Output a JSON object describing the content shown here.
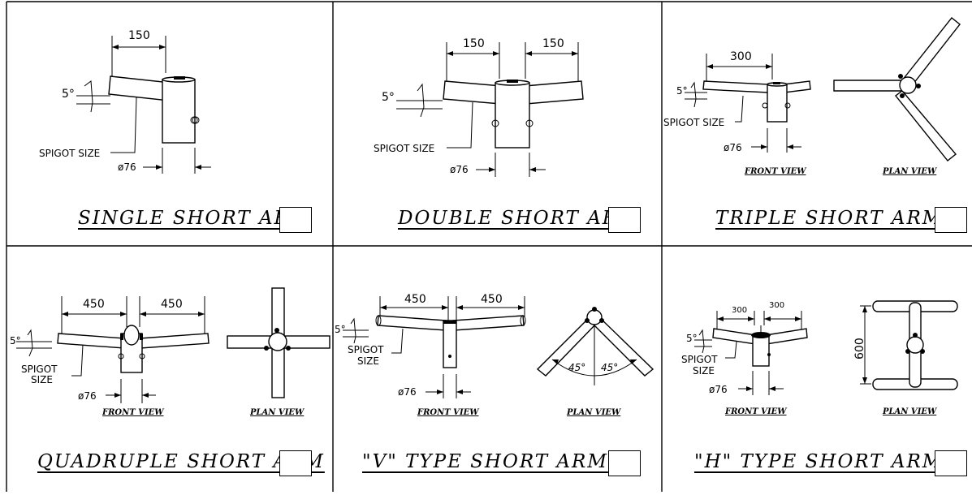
{
  "panels": [
    {
      "caption": "SINGLE SHORT ARM",
      "dims": [
        "150"
      ],
      "angle": "5°",
      "spigot": "SPIGOT SIZE",
      "dia": "ø76"
    },
    {
      "caption": "DOUBLE SHORT ARM",
      "dims": [
        "150",
        "150"
      ],
      "angle": "5°",
      "spigot": "SPIGOT SIZE",
      "dia": "ø76"
    },
    {
      "caption": "TRIPLE SHORT ARM",
      "dims": [
        "300"
      ],
      "angle": "5°",
      "spigot": "SPIGOT SIZE",
      "dia": "ø76",
      "front": "FRONT VIEW",
      "plan": "PLAN VIEW"
    },
    {
      "caption": "QUADRUPLE SHORT ARM",
      "dims": [
        "450",
        "450"
      ],
      "angle": "5°",
      "spigot1": "SPIGOT",
      "spigot2": "SIZE",
      "dia": "ø76",
      "front": "FRONT VIEW",
      "plan": "PLAN VIEW"
    },
    {
      "caption": "\"V\" TYPE SHORT ARM",
      "dims": [
        "450",
        "450"
      ],
      "angle": "5°",
      "spigot1": "SPIGOT",
      "spigot2": "SIZE",
      "dia": "ø76",
      "front": "FRONT VIEW",
      "plan": "PLAN VIEW",
      "angles": [
        "45°",
        "45°"
      ]
    },
    {
      "caption": "\"H\" TYPE SHORT ARM",
      "dims": [
        "300",
        "300"
      ],
      "angle": "5°",
      "spigot1": "SPIGOT",
      "spigot2": "SIZE",
      "dia": "ø76",
      "front": "FRONT VIEW",
      "plan": "PLAN VIEW",
      "height": "600"
    }
  ]
}
